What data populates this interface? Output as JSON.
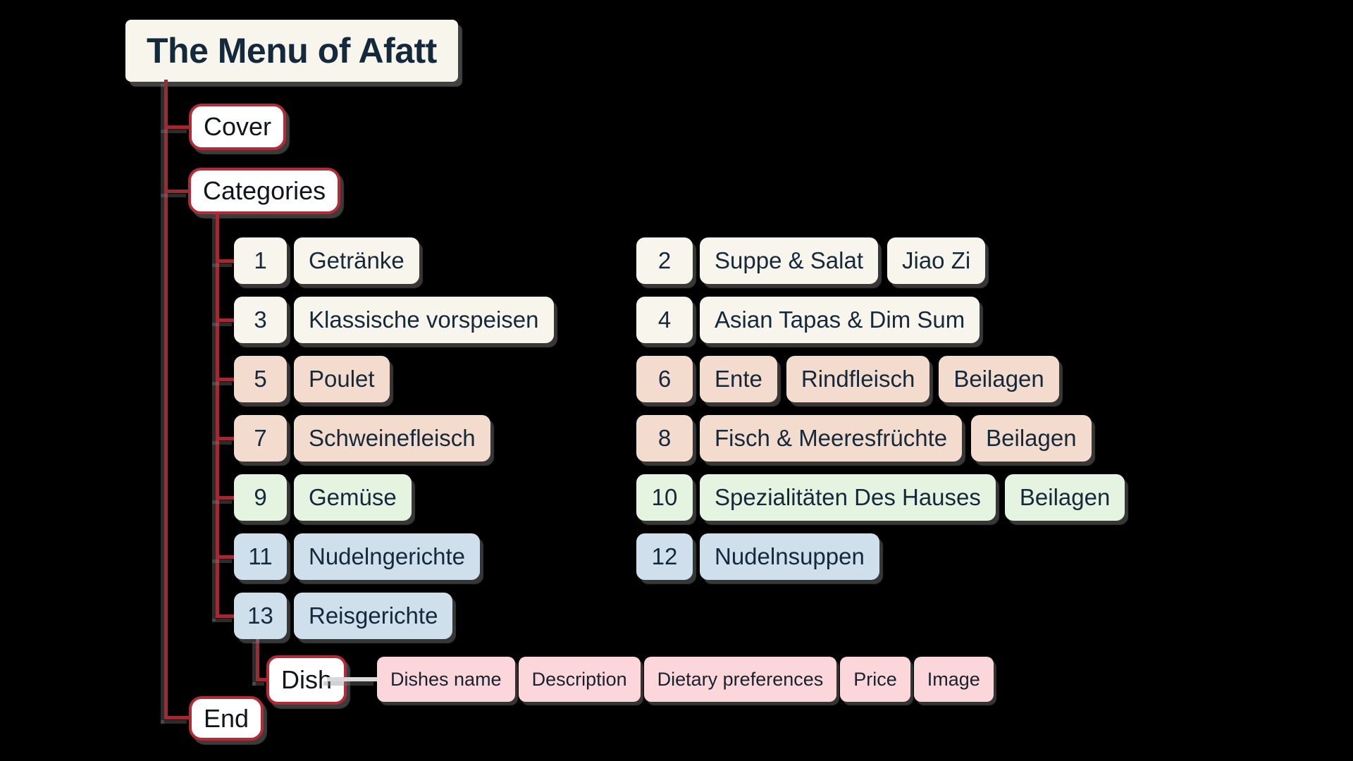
{
  "title": "The Menu of Afatt",
  "nodes": {
    "cover": "Cover",
    "categories": "Categories",
    "dish": "Dish",
    "end": "End"
  },
  "colors": {
    "background": "#000000",
    "cream": "#F8F6EC",
    "salmon": "#F3DCCE",
    "green": "#E5F4E1",
    "blue": "#CFE0EC",
    "pink": "#FBD6DA",
    "line_red": "#A22833",
    "node_border_red": "#B22B36",
    "text_navy": "#16293B",
    "dish_line_gray": "#D9D9D9"
  },
  "category_rows": [
    {
      "left": {
        "num": "1",
        "labels": [
          "Getränke"
        ],
        "color": "cream"
      },
      "right": {
        "num": "2",
        "labels": [
          "Suppe & Salat",
          "Jiao Zi"
        ],
        "color": "cream"
      }
    },
    {
      "left": {
        "num": "3",
        "labels": [
          "Klassische vorspeisen"
        ],
        "color": "cream"
      },
      "right": {
        "num": "4",
        "labels": [
          "Asian Tapas & Dim Sum"
        ],
        "color": "cream"
      }
    },
    {
      "left": {
        "num": "5",
        "labels": [
          "Poulet"
        ],
        "color": "salmon"
      },
      "right": {
        "num": "6",
        "labels": [
          "Ente",
          "Rindfleisch",
          "Beilagen"
        ],
        "color": "salmon"
      }
    },
    {
      "left": {
        "num": "7",
        "labels": [
          "Schweinefleisch"
        ],
        "color": "salmon"
      },
      "right": {
        "num": "8",
        "labels": [
          "Fisch & Meeresfrüchte",
          "Beilagen"
        ],
        "color": "salmon"
      }
    },
    {
      "left": {
        "num": "9",
        "labels": [
          "Gemüse"
        ],
        "color": "green"
      },
      "right": {
        "num": "10",
        "labels": [
          "Spezialitäten Des Hauses",
          "Beilagen"
        ],
        "color": "green"
      }
    },
    {
      "left": {
        "num": "11",
        "labels": [
          "Nudelngerichte"
        ],
        "color": "blue"
      },
      "right": {
        "num": "12",
        "labels": [
          "Nudelnsuppen"
        ],
        "color": "blue"
      }
    },
    {
      "left": {
        "num": "13",
        "labels": [
          "Reisgerichte"
        ],
        "color": "blue"
      },
      "right": null
    }
  ],
  "dish_fields": [
    "Dishes name",
    "Description",
    "Dietary preferences",
    "Price",
    "Image"
  ]
}
